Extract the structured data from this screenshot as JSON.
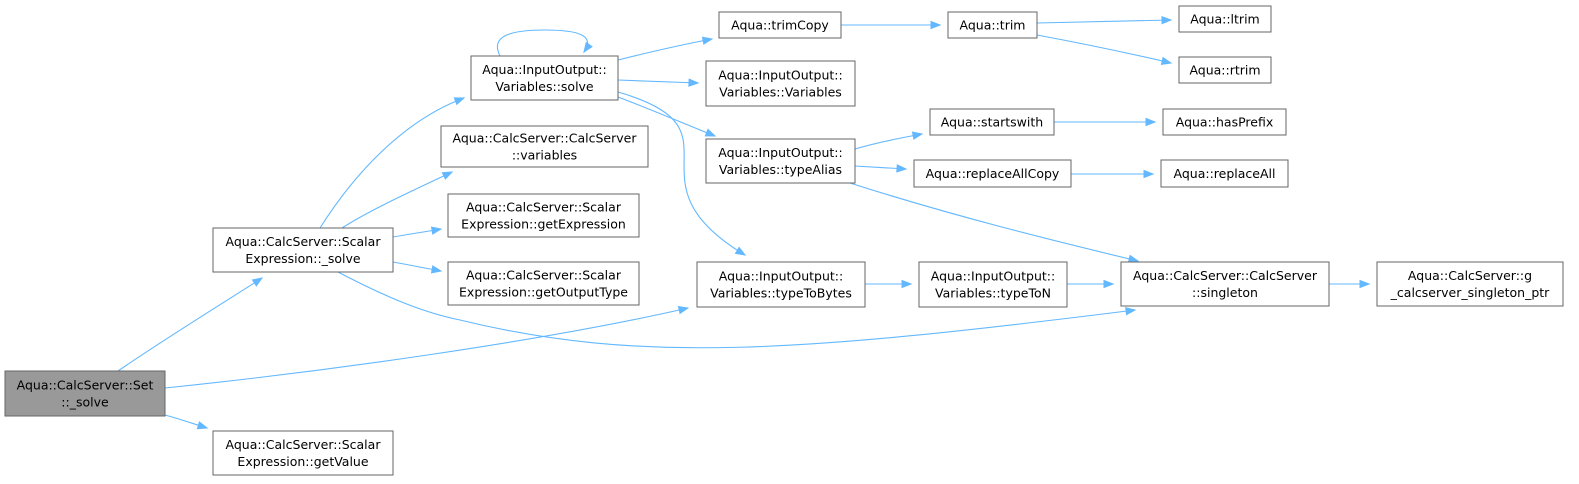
{
  "nodes": {
    "set_solve": {
      "lines": [
        "Aqua::CalcServer::Set",
        "::_solve"
      ],
      "root": true
    },
    "scalar_solve": {
      "lines": [
        "Aqua::CalcServer::Scalar",
        "Expression::_solve"
      ]
    },
    "getvalue": {
      "lines": [
        "Aqua::CalcServer::Scalar",
        "Expression::getValue"
      ]
    },
    "vars_solve": {
      "lines": [
        "Aqua::InputOutput::",
        "Variables::solve"
      ]
    },
    "calc_variables": {
      "lines": [
        "Aqua::CalcServer::CalcServer",
        "::variables"
      ]
    },
    "getexpression": {
      "lines": [
        "Aqua::CalcServer::Scalar",
        "Expression::getExpression"
      ]
    },
    "getoutputtype": {
      "lines": [
        "Aqua::CalcServer::Scalar",
        "Expression::getOutputType"
      ]
    },
    "trimcopy": {
      "lines": [
        "Aqua::trimCopy"
      ]
    },
    "vars_ctor": {
      "lines": [
        "Aqua::InputOutput::",
        "Variables::Variables"
      ]
    },
    "typealias": {
      "lines": [
        "Aqua::InputOutput::",
        "Variables::typeAlias"
      ]
    },
    "typetobytes": {
      "lines": [
        "Aqua::InputOutput::",
        "Variables::typeToBytes"
      ]
    },
    "trim": {
      "lines": [
        "Aqua::trim"
      ]
    },
    "startswith": {
      "lines": [
        "Aqua::startswith"
      ]
    },
    "replaceallcopy": {
      "lines": [
        "Aqua::replaceAllCopy"
      ]
    },
    "typeton": {
      "lines": [
        "Aqua::InputOutput::",
        "Variables::typeToN"
      ]
    },
    "ltrim": {
      "lines": [
        "Aqua::ltrim"
      ]
    },
    "rtrim": {
      "lines": [
        "Aqua::rtrim"
      ]
    },
    "hasprefix": {
      "lines": [
        "Aqua::hasPrefix"
      ]
    },
    "replaceall": {
      "lines": [
        "Aqua::replaceAll"
      ]
    },
    "singleton": {
      "lines": [
        "Aqua::CalcServer::CalcServer",
        "::singleton"
      ]
    },
    "singleton_ptr": {
      "lines": [
        "Aqua::CalcServer::g",
        "_calcserver_singleton_ptr"
      ]
    }
  },
  "colors": {
    "edge": "#63b8ff",
    "node_border": "#666666",
    "root_fill": "#999999",
    "node_fill": "#ffffff"
  }
}
